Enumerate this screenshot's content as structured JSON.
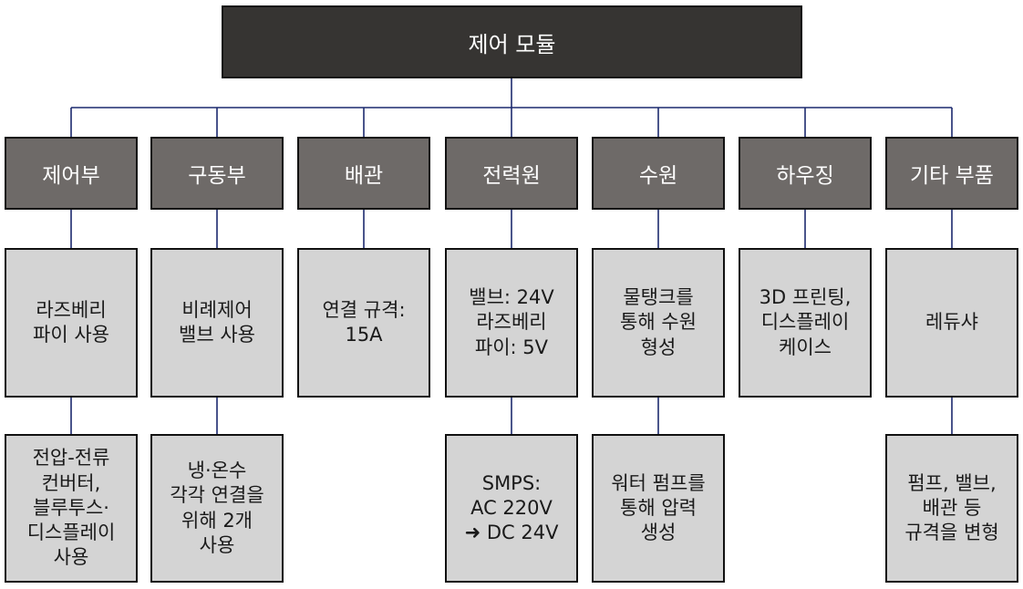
{
  "root": {
    "label": "제어 모듈"
  },
  "colors": {
    "root_fill": "#363432",
    "category_fill": "#6e6a68",
    "leaf_fill": "#d4d4d4",
    "connector": "#1c2a6e",
    "border": "#111111"
  },
  "categories": [
    {
      "label": "제어부",
      "level1": "라즈베리\n파이 사용",
      "level2": "전압-전류\n컨버터,\n블루투스·\n디스플레이\n사용"
    },
    {
      "label": "구동부",
      "level1": "비례제어\n밸브 사용",
      "level2": "냉·온수\n각각 연결을\n위해 2개\n사용"
    },
    {
      "label": "배관",
      "level1": "연결 규격:\n15A",
      "level2": null
    },
    {
      "label": "전력원",
      "level1": "밸브: 24V\n라즈베리\n파이: 5V",
      "level2": "SMPS:\nAC 220V\n➜ DC 24V"
    },
    {
      "label": "수원",
      "level1": "물탱크를\n통해 수원\n형성",
      "level2": "워터 펌프를\n통해 압력\n생성"
    },
    {
      "label": "하우징",
      "level1": "3D 프린팅,\n디스플레이\n케이스",
      "level2": null
    },
    {
      "label": "기타 부품",
      "level1": "레듀샤",
      "level2": "펌프, 밸브,\n배관 등\n규격을 변형"
    }
  ]
}
